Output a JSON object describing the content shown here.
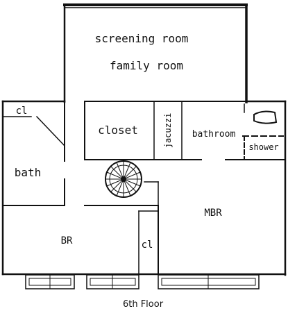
{
  "plan": {
    "caption": "6th Floor",
    "rooms": {
      "screening": "screening room",
      "family": "family room",
      "closet": "closet",
      "jacuzzi": "jacuzzi",
      "bathroom": "bathroom",
      "shower": "shower",
      "bath": "bath",
      "closet_small_top": "cl",
      "mbr": "MBR",
      "br": "BR",
      "closet_small_bottom": "cl"
    }
  }
}
